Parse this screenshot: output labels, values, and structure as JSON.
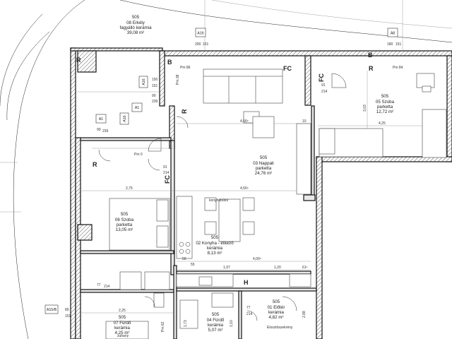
{
  "rooms": {
    "erkely": {
      "code": "505",
      "name": "08 Erkély",
      "floor": "fagyálló kerámia",
      "area": "39,08 m²"
    },
    "nappali": {
      "code": "505",
      "name": "03 Nappali",
      "floor": "parketta",
      "area": "24,76 m²"
    },
    "szoba05": {
      "code": "505",
      "name": "05 Szoba",
      "floor": "parketta",
      "area": "12,72 m²"
    },
    "szoba06": {
      "code": "505",
      "name": "06 Szoba",
      "floor": "parketta",
      "area": "13,05 m²"
    },
    "konyha": {
      "code": "505",
      "name": "02 Konyha - étkező",
      "floor": "kerámia",
      "area": "8,13 m²"
    },
    "furdo07": {
      "code": "505",
      "name": "07 Fürdő",
      "floor": "kerámia",
      "area": "4,25 m²"
    },
    "furdo04": {
      "code": "505",
      "name": "04 Fürdő",
      "floor": "kerámia",
      "area": "5,07 m²"
    },
    "eloter": {
      "code": "505",
      "name": "01 Előtér",
      "floor": "kerámia",
      "area": "4,82 m²"
    }
  },
  "markers": {
    "a16_top": "A16",
    "a8_top": "A8",
    "a16_left": "A16",
    "a1_a": "A1",
    "a1_b": "A1",
    "a16_mid": "A16",
    "a15b": "A15/B"
  },
  "sill_labels": {
    "s1a": "200",
    "s1b": "151",
    "s2a": "180",
    "s2b": "151",
    "s3a": "150",
    "s3b": "151",
    "s4a": "90",
    "s4b": "239",
    "s5a": "90",
    "s5b": "239",
    "s6a": "91",
    "s6b": "214",
    "s7a": "91",
    "s7b": "214",
    "s8a": "80",
    "s8b": "151",
    "s9a": "77",
    "s9b": "214",
    "s10a": "77",
    "s10b": "214"
  },
  "dims": {
    "d1": "4,56⁵",
    "d2": "4,25",
    "d3": "2,75",
    "d4": "4,56⁵",
    "d5": "4,00⁵",
    "d6": "1,97",
    "d7": "1,20",
    "d8": "61⁵",
    "d9": "2,25",
    "d10": "3,03",
    "d11": "50",
    "d12": "55",
    "d13": "1,73",
    "d14": "1,10",
    "d15": "10",
    "d16": "2,88"
  },
  "labels": {
    "pm86": "Pm 86",
    "pm84": "Pm 84",
    "pm38": "Pm 38",
    "pm0": "Pm 0",
    "pm62": "Pm 62",
    "fc1": "FC",
    "fc2": "FC",
    "fc3": "FC",
    "r1": "R",
    "r2": "R",
    "r3": "R",
    "r4": "R",
    "b1": "B",
    "b2": "B",
    "h": "H",
    "konyhabutor": "konyhabútor",
    "eloszto": "Elosztószekrény",
    "zuhany": "zuhany"
  }
}
